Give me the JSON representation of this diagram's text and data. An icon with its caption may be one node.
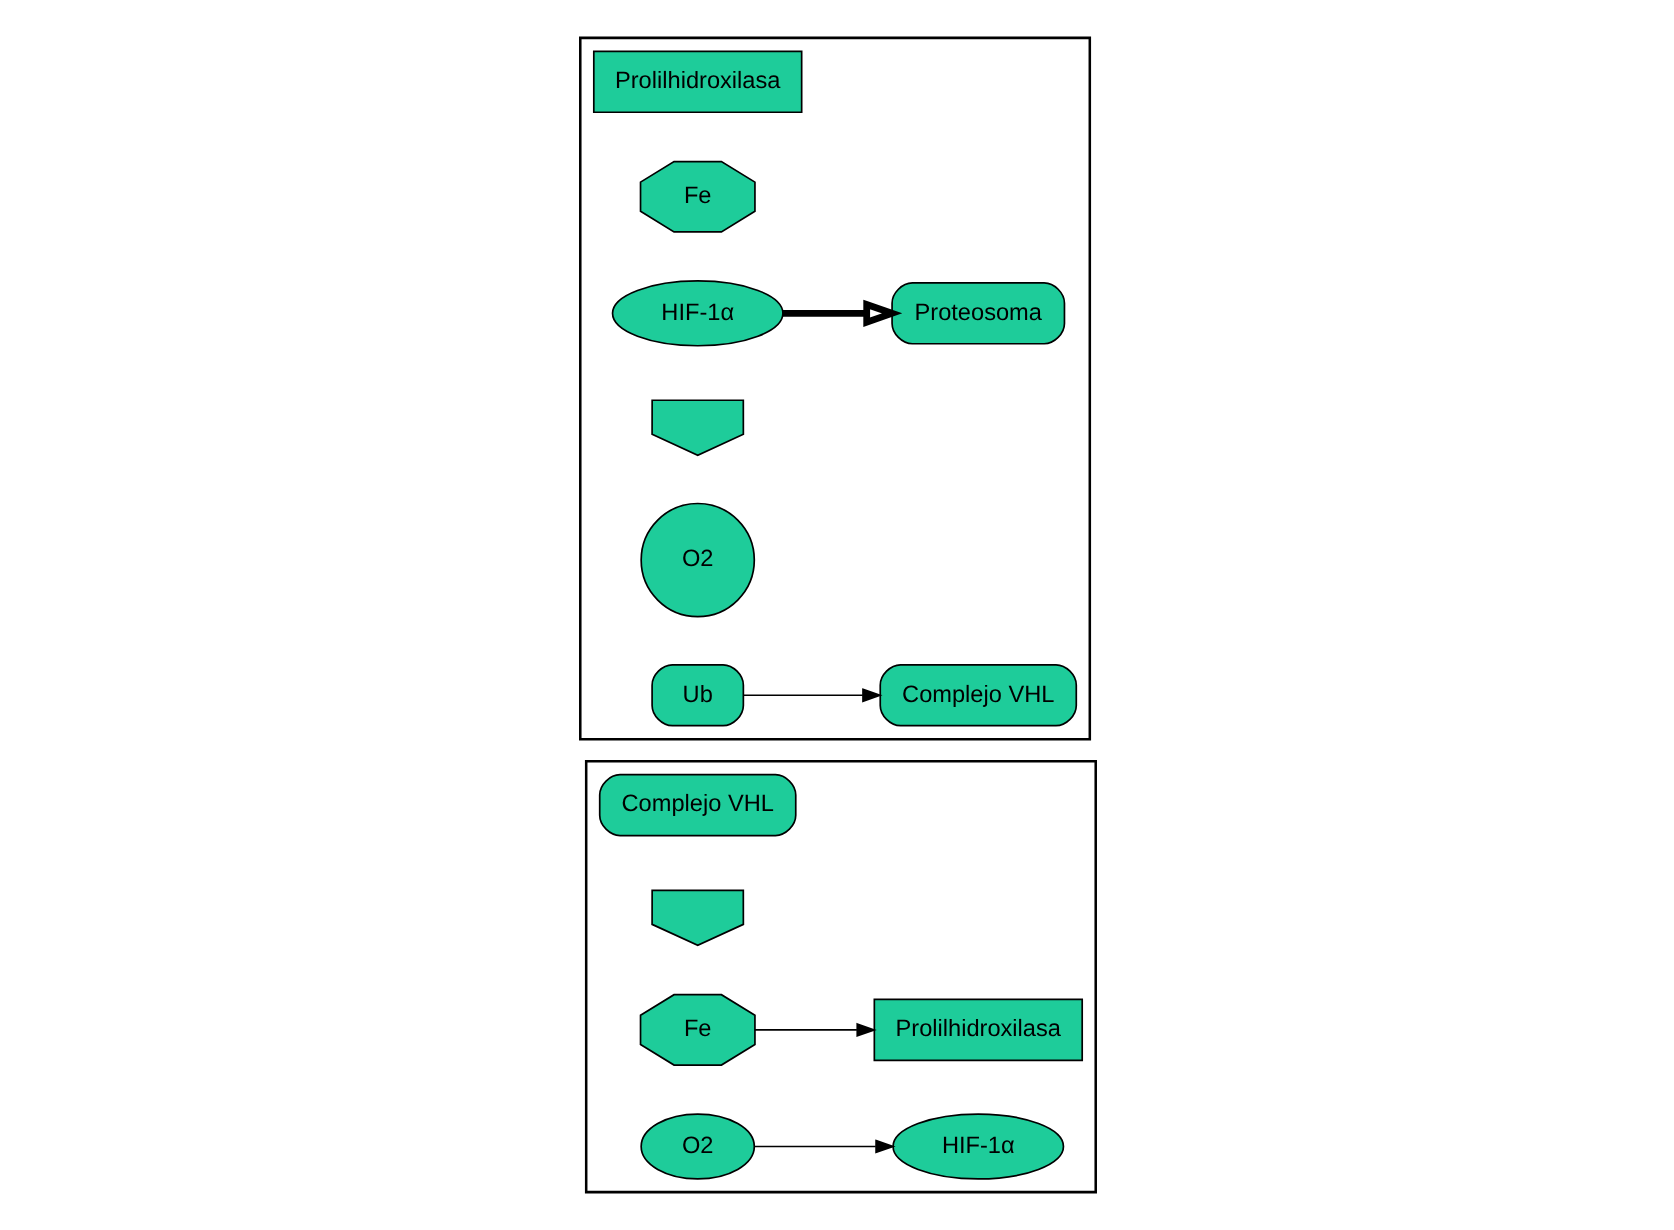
{
  "diagram": {
    "nodes": [
      {
        "text": [],
        "shape": "box"
      },
      {
        "text": [
          "Prolilhidroxilasa"
        ],
        "in": 0
      },
      {
        "text": [
          "Complejo VHL"
        ],
        "in": 0
      },
      {
        "text": [],
        "shape": "arch",
        "in": 0
      },
      {
        "text": [
          "Fe"
        ],
        "in": 0
      },
      {
        "text": [
          "O2"
        ],
        "in": 0
      },
      {
        "text": [
          "HIF-1α"
        ],
        "in": 0
      },
      {
        "text": [],
        "shape": "box"
      },
      {
        "text": [
          "Prolilhidroxilasa"
        ],
        "in": 7
      },
      {
        "text": [
          "Fe"
        ],
        "in": 7
      },
      {
        "text": [
          "Complejo VHL"
        ],
        "in": 7
      },
      {
        "text": [
          "HIF-1α"
        ],
        "in": 7
      },
      {
        "text": [],
        "shape": "arch",
        "in": 7
      },
      {
        "text": [
          "O2"
        ],
        "in": 7
      },
      {
        "text": [
          "Ub"
        ],
        "in": 7
      },
      {
        "text": [
          "Proteosoma"
        ],
        "in": 7
      }
    ],
    "edges": [
      {
        "from": 4,
        "to": 1,
        "arrow": "to"
      },
      {
        "from": 5,
        "to": 6,
        "arrow": "to"
      },
      {
        "from": 14,
        "to": 10,
        "arrow": "to"
      },
      {
        "from": 11,
        "to": 15,
        "arrow": "to",
        "style": "thick"
      }
    ]
  }
}
